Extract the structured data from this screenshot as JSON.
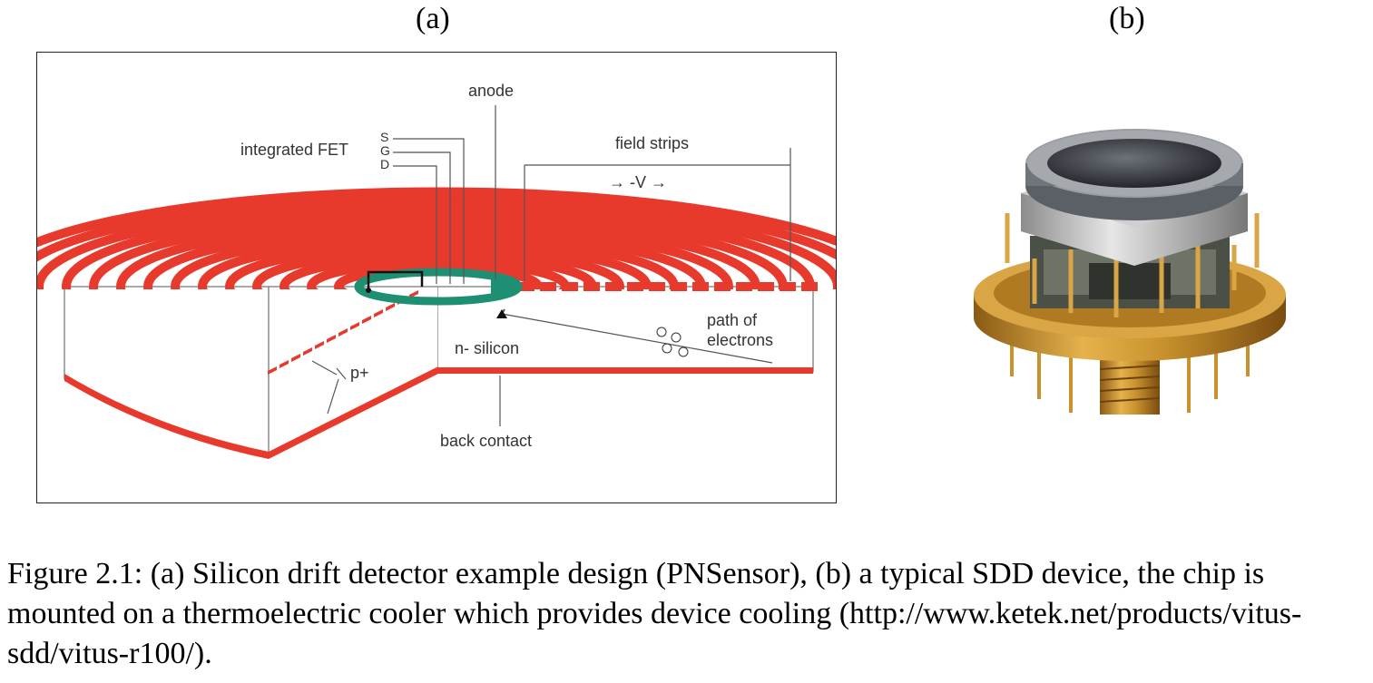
{
  "panels": {
    "a": "(a)",
    "b": "(b)"
  },
  "diagram": {
    "labels": {
      "anode": "anode",
      "integrated_fet": "integrated FET",
      "s": "S",
      "g": "G",
      "d": "D",
      "field_strips": "field strips",
      "voltage": "→  -V  →",
      "path_of_electrons": "path of electrons",
      "n_silicon": "n- silicon",
      "p_plus": "p+",
      "back_contact": "back contact"
    },
    "colors": {
      "strip": "#e8392d",
      "anode": "#1f8f74",
      "silicon": "#ffffff"
    }
  },
  "caption": "Figure 2.1: (a) Silicon drift detector example design (PNSensor), (b) a typical SDD device, the chip is mounted on a thermoelectric cooler which provides device cooling (http://www.ketek.net/products/vitus-sdd/vitus-r100/)."
}
